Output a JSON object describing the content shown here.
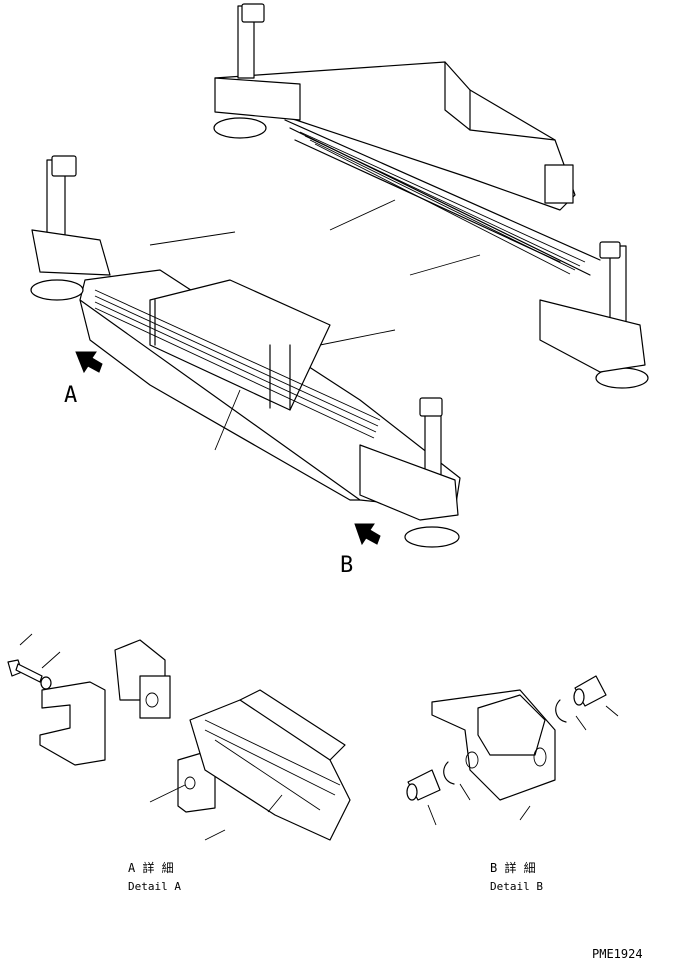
{
  "labels": {
    "arrow_a": "A",
    "arrow_b": "B"
  },
  "details": {
    "a": {
      "jp": "A 詳 細",
      "en": "Detail A"
    },
    "b": {
      "jp": "B 詳 細",
      "en": "Detail B"
    }
  },
  "drawing_code": "PME1924"
}
